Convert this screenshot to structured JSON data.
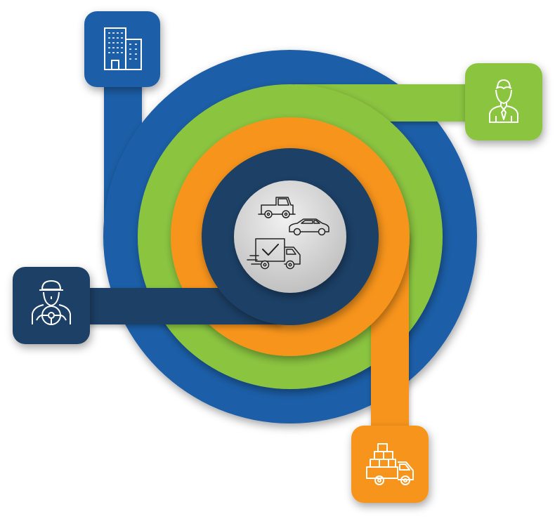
{
  "diagram": {
    "colors": {
      "blue": "#1d5fa8",
      "green": "#8bc541",
      "orange": "#f7941d",
      "navy": "#1f3f66",
      "hub_light": "#f0f0f0",
      "hub_dark": "#bdbdbd",
      "icon_stroke": "#ffffff",
      "hub_icon_stroke": "#222222"
    },
    "rings": [
      {
        "name": "outer-blue-ring",
        "color": "blue"
      },
      {
        "name": "green-ring",
        "color": "green"
      },
      {
        "name": "orange-ring",
        "color": "orange"
      },
      {
        "name": "inner-navy-ring",
        "color": "navy"
      }
    ],
    "nodes": [
      {
        "name": "building-node",
        "icon": "office-building-icon",
        "color": "blue"
      },
      {
        "name": "businessman-node",
        "icon": "businessman-icon",
        "color": "green"
      },
      {
        "name": "driver-node",
        "icon": "driver-steering-wheel-icon",
        "color": "navy"
      },
      {
        "name": "delivery-truck-node",
        "icon": "delivery-truck-boxes-icon",
        "color": "orange"
      }
    ],
    "hub": {
      "icons": [
        "pickup-truck-icon",
        "sedan-car-icon",
        "fast-delivery-van-check-icon"
      ]
    }
  }
}
